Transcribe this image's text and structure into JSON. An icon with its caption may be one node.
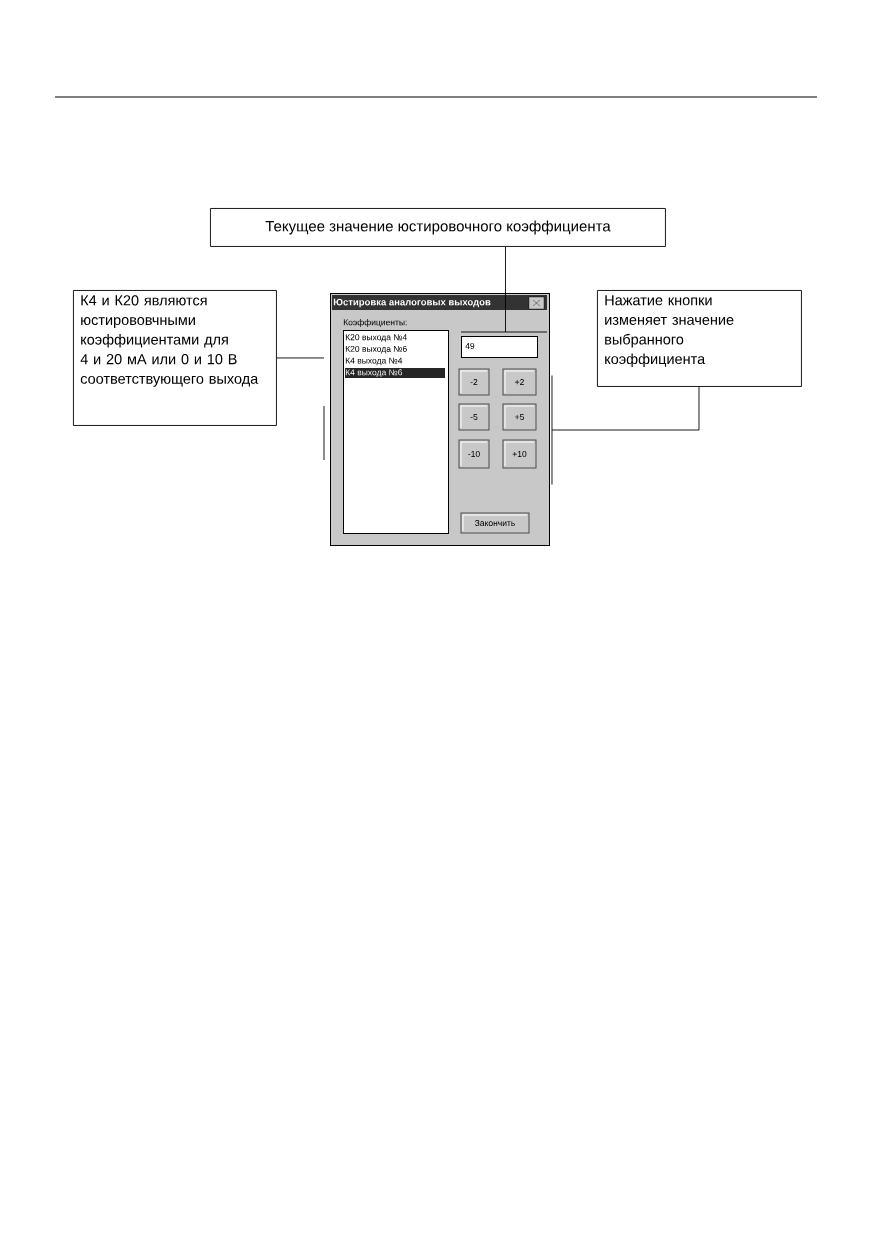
{
  "diagram": {
    "nodes": [
      {
        "text": [
          "Текущее значение юстировочного коэффициента"
        ]
      },
      {
        "text": [
          "К4 и К20 являются юстирововчными коэффициентами для 4 и 20 мА или 0 и 10 В соответствующего выхода"
        ]
      },
      {
        "text": [
          "Нажатие кнопки изменяет значение выбранного коэффициента"
        ]
      },
      {
        "text": [
          "Юстировка аналоговых выходов",
          "Коэффициенты:"
        ]
      },
      {
        "text": [
          "К20 выхода №4",
          "К20 выхода №6",
          "К4  выхода №4",
          "К4  выхода №6"
        ],
        "in": 3
      },
      {
        "text": [
          "49"
        ],
        "in": 3
      },
      {
        "text": [
          "-2"
        ],
        "in": 3
      },
      {
        "text": [
          "+2"
        ],
        "in": 3
      },
      {
        "text": [
          "-5"
        ],
        "in": 3
      },
      {
        "text": [
          "+5"
        ],
        "in": 3
      },
      {
        "text": [
          "-10"
        ],
        "in": 3
      },
      {
        "text": [
          "+10"
        ],
        "in": 3
      },
      {
        "text": [
          "Закончить"
        ],
        "in": 3
      }
    ],
    "edges": [
      {
        "from": 0,
        "to": 5,
        "arrow": "none"
      },
      {
        "from": 1,
        "to": 4,
        "arrow": "none"
      },
      {
        "from": 2,
        "to": 3,
        "arrow": "none"
      }
    ]
  }
}
